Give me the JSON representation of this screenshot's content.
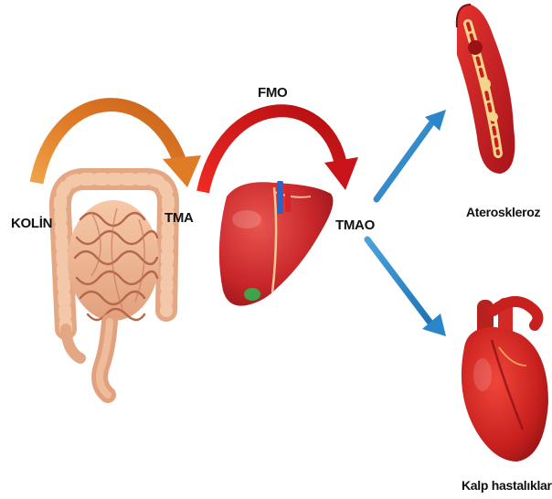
{
  "labels": {
    "choline": "KOLİN",
    "tma": "TMA",
    "enzyme": "FMO",
    "tmao": "TMAO",
    "atherosclerosis": "Ateroskleroz",
    "heart_disease": "Kalp hastalıkları"
  },
  "colors": {
    "gut_arrow": "#e07b26",
    "enzyme_arrow": "#d0141a",
    "outcome_arrows": "#2b86c9",
    "intestine": "#e9ad8e",
    "liver": "#c8262a",
    "vessel": "#c81c20",
    "heart": "#c8201e"
  },
  "icons": [
    "intestine-icon",
    "liver-icon",
    "artery-icon",
    "heart-icon"
  ]
}
